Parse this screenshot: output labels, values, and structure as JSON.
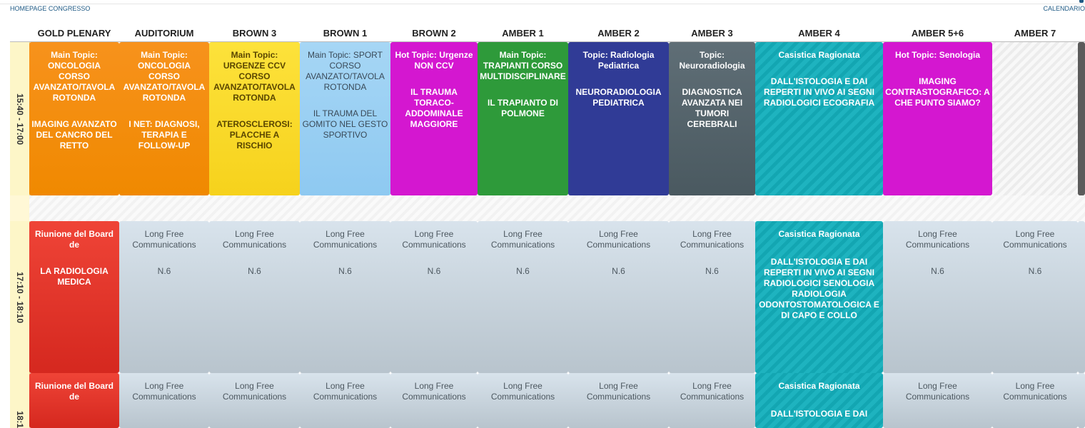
{
  "nav": {
    "homepage": "HOMEPAGE CONGRESSO",
    "calendar": "CALENDARIO"
  },
  "rooms": [
    "GOLD PLENARY",
    "AUDITORIUM",
    "BROWN 3",
    "BROWN 1",
    "BROWN 2",
    "AMBER 1",
    "AMBER 2",
    "AMBER 3",
    "AMBER 4",
    "AMBER 5+6",
    "AMBER 7"
  ],
  "slots": [
    "15:40 - 17:00",
    "17:10 - 18:10",
    "18:1"
  ],
  "row1": [
    {
      "title": "Main Topic: ONCOLOGIA CORSO AVANZATO/TAVOLA ROTONDA",
      "sub": "IMAGING AVANZATO DEL CANCRO DEL RETTO"
    },
    {
      "title": "Main Topic: ONCOLOGIA CORSO AVANZATO/TAVOLA ROTONDA",
      "sub": "I NET: DIAGNOSI, TERAPIA E FOLLOW-UP"
    },
    {
      "title": "Main Topic: URGENZE CCV CORSO AVANZATO/TAVOLA ROTONDA",
      "sub": "ATEROSCLEROSI: PLACCHE A RISCHIO"
    },
    {
      "title": "Main Topic: SPORT CORSO AVANZATO/TAVOLA ROTONDA",
      "sub": "IL TRAUMA DEL GOMITO NEL GESTO SPORTIVO"
    },
    {
      "title": "Hot Topic: Urgenze NON CCV",
      "sub": "IL TRAUMA TORACO-ADDOMINALE MAGGIORE"
    },
    {
      "title": "Main Topic: TRAPIANTI CORSO MULTIDISCIPLINARE",
      "sub": "IL TRAPIANTO DI POLMONE"
    },
    {
      "title": "Topic: Radiologia Pediatrica",
      "sub": "NEURORADIOLOGIA PEDIATRICA"
    },
    {
      "title": "Topic: Neuroradiologia",
      "sub": "DIAGNOSTICA AVANZATA NEI TUMORI CEREBRALI"
    },
    {
      "title": "Casistica Ragionata",
      "sub": "DALL'ISTOLOGIA E DAI REPERTI IN VIVO AI SEGNI RADIOLOGICI ECOGRAFIA"
    },
    {
      "title": "Hot Topic: Senologia",
      "sub": "IMAGING CONTRASTOGRAFICO: A CHE PUNTO SIAMO?"
    }
  ],
  "row2": {
    "board": {
      "title": "Riunione del Board de",
      "sub": "LA RADIOLOGIA MEDICA"
    },
    "lfc": {
      "title": "Long Free Communications",
      "sub": "N.6"
    },
    "casistica": {
      "title": "Casistica Ragionata",
      "sub": "DALL'ISTOLOGIA E DAI REPERTI IN VIVO AI SEGNI RADIOLOGICI SENOLOGIA RADIOLOGIA ODONTOSTOMATOLOGICA E DI CAPO E COLLO"
    }
  },
  "row3": {
    "board": {
      "title": "Riunione del Board de"
    },
    "lfc": {
      "title": "Long Free Communications"
    },
    "casistica": {
      "title": "Casistica Ragionata",
      "sub": "DALL'ISTOLOGIA E DAI"
    }
  },
  "colors": {
    "orange": "#f08900",
    "yellow": "#f6d21c",
    "light_blue": "#8ec9f1",
    "magenta": "#d417d0",
    "green": "#2e9a3a",
    "navy": "#303b96",
    "slate": "#4a5960",
    "teal": "#13a6b2",
    "red": "#d5281f",
    "grey": "#b8c4cd"
  }
}
